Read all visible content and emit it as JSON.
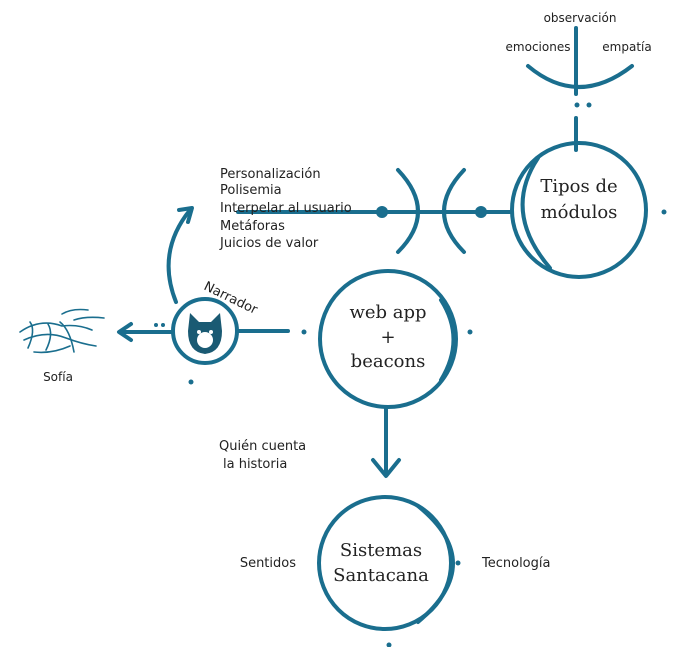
{
  "colors": {
    "stroke": "#1a6e8e",
    "text": "#222222",
    "cat_face": "#1a5a73"
  },
  "nodes": {
    "tipos_line1": "Tipos de",
    "tipos_line2": "módulos",
    "web_line1": "web app",
    "web_line2": "+",
    "web_line3": "beacons",
    "sist_line1": "Sistemas",
    "sist_line2": "Santacana"
  },
  "top_labels": {
    "observacion": "observación",
    "emociones": "emociones",
    "empatia": "empatía"
  },
  "narrator_list": [
    "Personalización",
    "Polisemia",
    "Interpelar al usuario",
    "Metáforas",
    "Juicios de valor"
  ],
  "narrador": "Narrador",
  "sofia": "Sofía",
  "quien_line1": "Quién cuenta",
  "quien_line2": "la historia",
  "sentidos": "Sentidos",
  "tecnologia": "Tecnología",
  "icons": {
    "cat": "cat-face-icon",
    "sofia": "sofia-sketch-icon"
  }
}
